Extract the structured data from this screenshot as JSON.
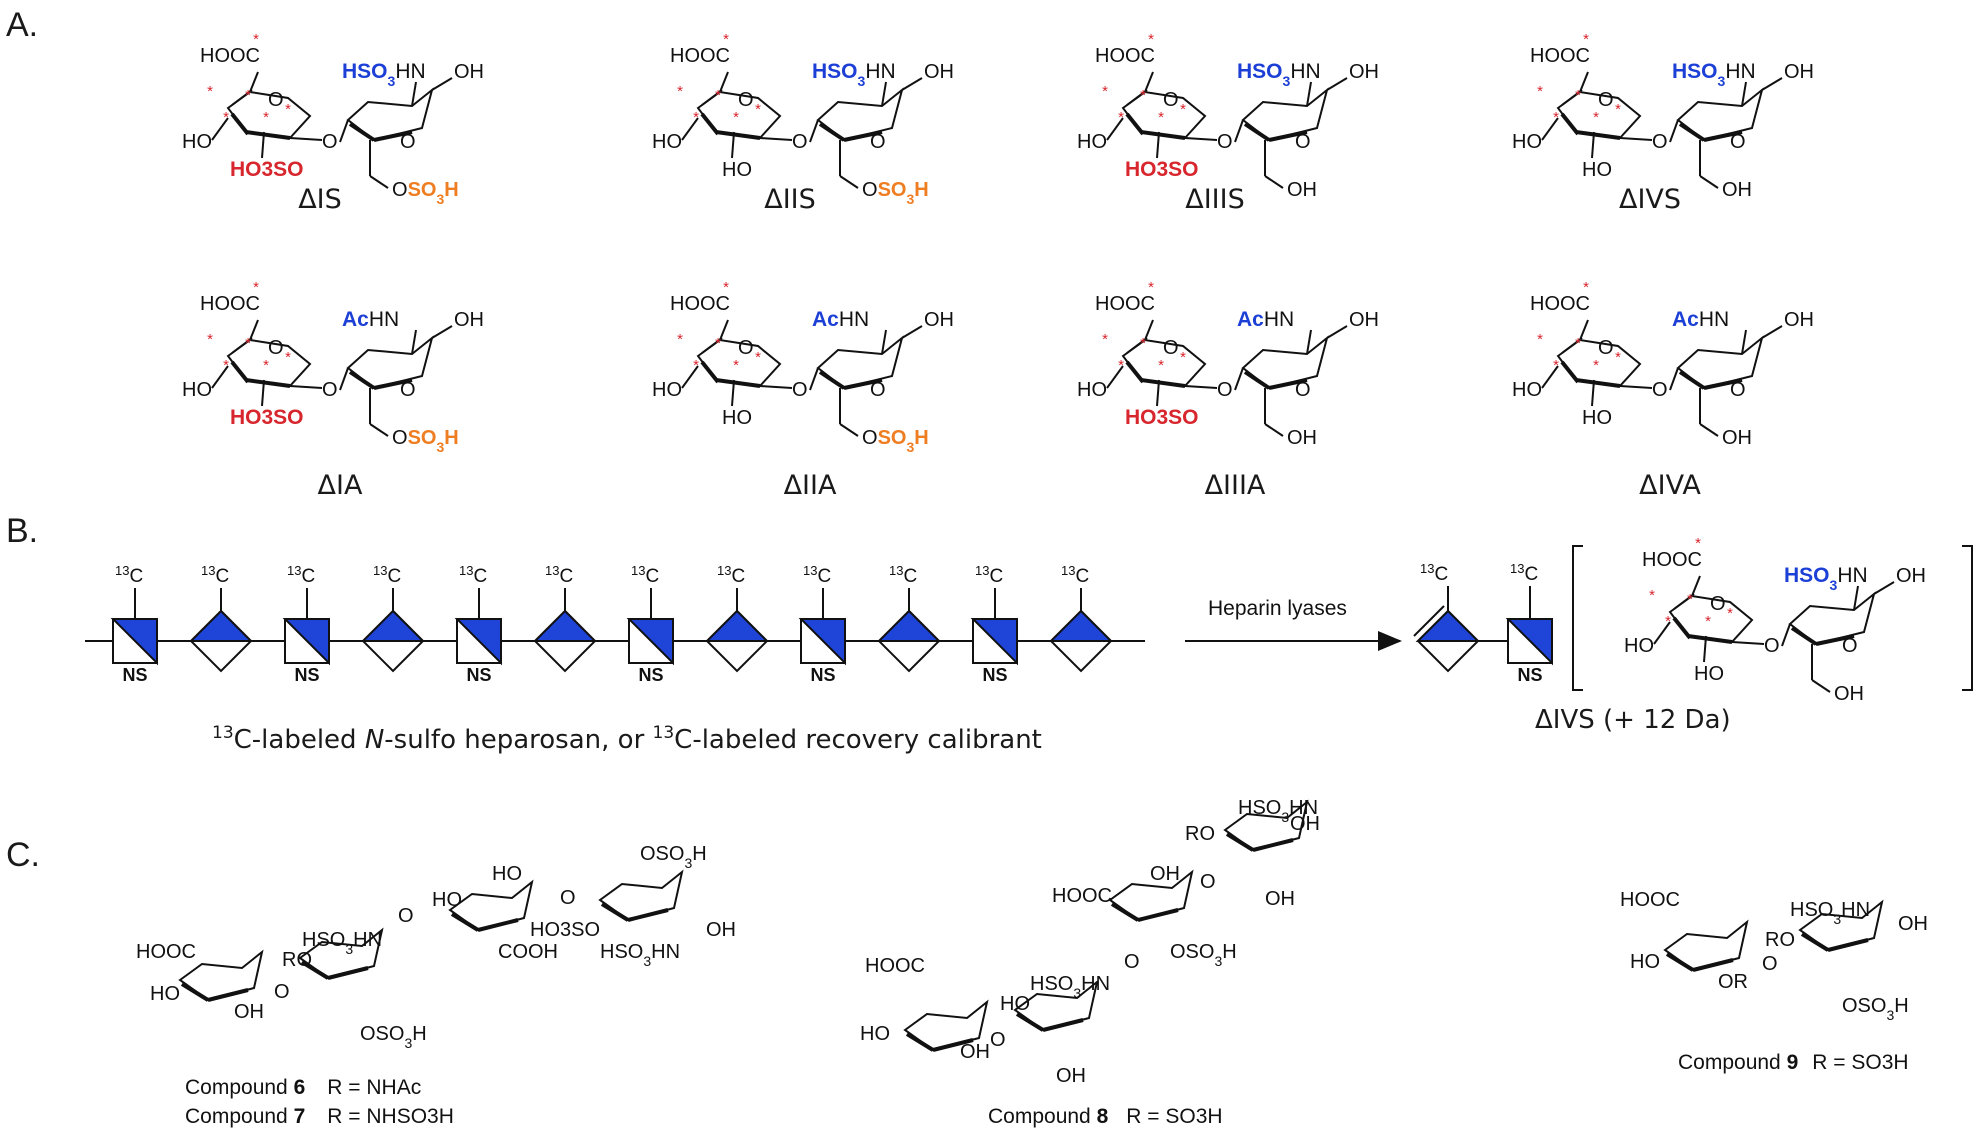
{
  "sections": {
    "a": "A.",
    "b": "B.",
    "c": "C."
  },
  "panelA": {
    "molecules": [
      {
        "label": "ΔIS",
        "n_group": "HSO3HN",
        "n_color": "#1c3fd6",
        "two_o": "HO3SO",
        "six_o": "OSO3H"
      },
      {
        "label": "ΔIIS",
        "n_group": "HSO3HN",
        "n_color": "#1c3fd6",
        "two_o": "HO",
        "six_o": "OSO3H"
      },
      {
        "label": "ΔIIIS",
        "n_group": "HSO3HN",
        "n_color": "#1c3fd6",
        "two_o": "HO3SO",
        "six_o": "OH"
      },
      {
        "label": "ΔIVS",
        "n_group": "HSO3HN",
        "n_color": "#1c3fd6",
        "two_o": "HO",
        "six_o": "OH"
      },
      {
        "label": "ΔIA",
        "n_group": "AcHN",
        "n_color": "#1c3fd6",
        "two_o": "HO3SO",
        "six_o": "OSO3H"
      },
      {
        "label": "ΔIIA",
        "n_group": "AcHN",
        "n_color": "#1c3fd6",
        "two_o": "HO",
        "six_o": "OSO3H"
      },
      {
        "label": "ΔIIIA",
        "n_group": "AcHN",
        "n_color": "#1c3fd6",
        "two_o": "HO3SO",
        "six_o": "OH"
      },
      {
        "label": "ΔIVA",
        "n_group": "AcHN",
        "n_color": "#1c3fd6",
        "two_o": "HO",
        "six_o": "OH"
      }
    ],
    "common": {
      "cooh": "HOOC",
      "oh": "OH",
      "ho": "HO",
      "o": "O",
      "star": "*"
    }
  },
  "panelB": {
    "isotope_label": "13C",
    "ns_label": "NS",
    "arrow_label": "Heparin lyases",
    "caption": "13C-labeled N-sulfo heparosan, or 13C-labeled recovery calibrant",
    "caption_parts": {
      "sup1": "13",
      "t1": "C-labeled ",
      "italic": "N",
      "t2": "-sulfo heparosan, or ",
      "sup2": "13",
      "t3": "C-labeled recovery calibrant"
    },
    "product_label": "ΔIVS (+ 12 Da)",
    "product_groups": {
      "n_group": "HSO3HN",
      "cooh": "HOOC",
      "oh": "OH",
      "ho": "HO"
    }
  },
  "panelC": {
    "compound_6_7": {
      "name6": "Compound",
      "num6": "6",
      "r6": "R = NHAc",
      "name7": "Compound",
      "num7": "7",
      "r7": "R = NHSO3H"
    },
    "compound_8": {
      "name": "Compound",
      "num": "8",
      "r": "R = SO3H"
    },
    "compound_9": {
      "name": "Compound",
      "num": "9",
      "r": "R = SO3H"
    },
    "groups": {
      "hooc": "HOOC",
      "ho": "HO",
      "oh": "OH",
      "ro": "RO",
      "or": "OR",
      "hso3hn": "HSO3HN",
      "oso3h": "OSO3H",
      "cooh": "COOH",
      "ho3so": "HO3SO",
      "o": "O"
    }
  },
  "colors": {
    "blue": "#1c3fd6",
    "red": "#d7262d",
    "orange": "#ef7d22",
    "ink": "#111111"
  }
}
